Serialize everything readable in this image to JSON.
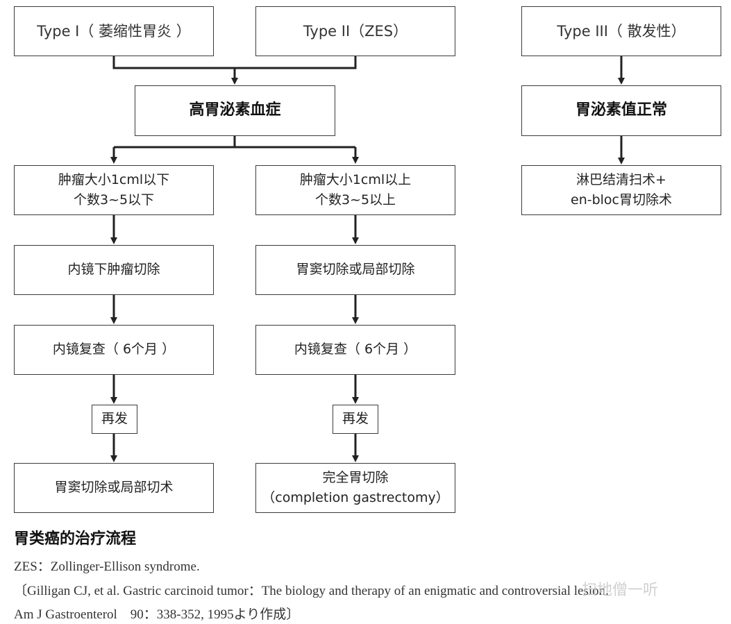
{
  "top_row": {
    "type1": "Type I（ 萎缩性胃炎 ）",
    "type2": "Type II（ZES）",
    "type3": "Type III（ 散发性）"
  },
  "level2": {
    "hypergastrinemia": "高胃泌素血症",
    "normal_gastrin": "胃泌素值正常"
  },
  "left_branch": {
    "condition_line1": "肿瘤大小1cml以下",
    "condition_line2": "个数3~5以下",
    "treatment": "内镜下肿瘤切除",
    "followup": "内镜复查（ 6个月 ）",
    "recurrence": "再发",
    "final": "胃窦切除或局部切术"
  },
  "right_branch": {
    "condition_line1": "肿瘤大小1cml以上",
    "condition_line2": "个数3~5以上",
    "treatment": "胃窦切除或局部切除",
    "followup": "内镜复查（ 6个月 ）",
    "recurrence": "再发",
    "final_line1": "完全胃切除",
    "final_line2": "（completion gastrectomy）"
  },
  "type3_branch": {
    "treatment_line1": "淋巴结清扫术+",
    "treatment_line2": "en-bloc胃切除术"
  },
  "caption": {
    "title": "胃类癌的治疗流程",
    "line1": "ZES：Zollinger-Ellison syndrome.",
    "line2": "〔Gilligan CJ, et al. Gastric carcinoid tumor：The biology and therapy of an enigmatic and controversial lesion.",
    "line3": "Am J Gastroenterol　90：338-352, 1995より作成〕"
  },
  "watermark": "扫地僧一听"
}
